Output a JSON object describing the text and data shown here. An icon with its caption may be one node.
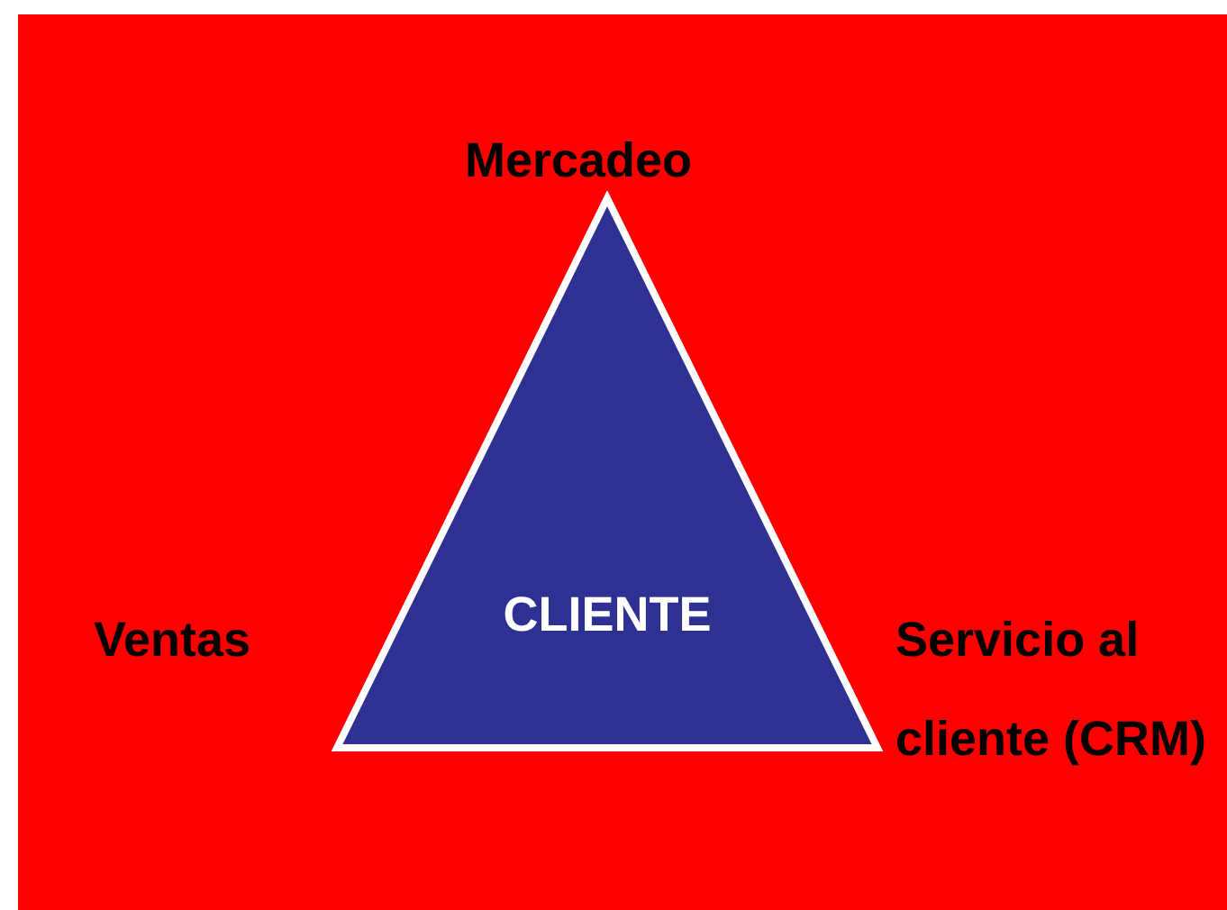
{
  "diagram": {
    "nodes": [
      {
        "text": [
          "CLIENTE"
        ]
      }
    ],
    "labels": [
      "Mercadeo",
      "Ventas",
      "Servicio al cliente (CRM)"
    ]
  }
}
